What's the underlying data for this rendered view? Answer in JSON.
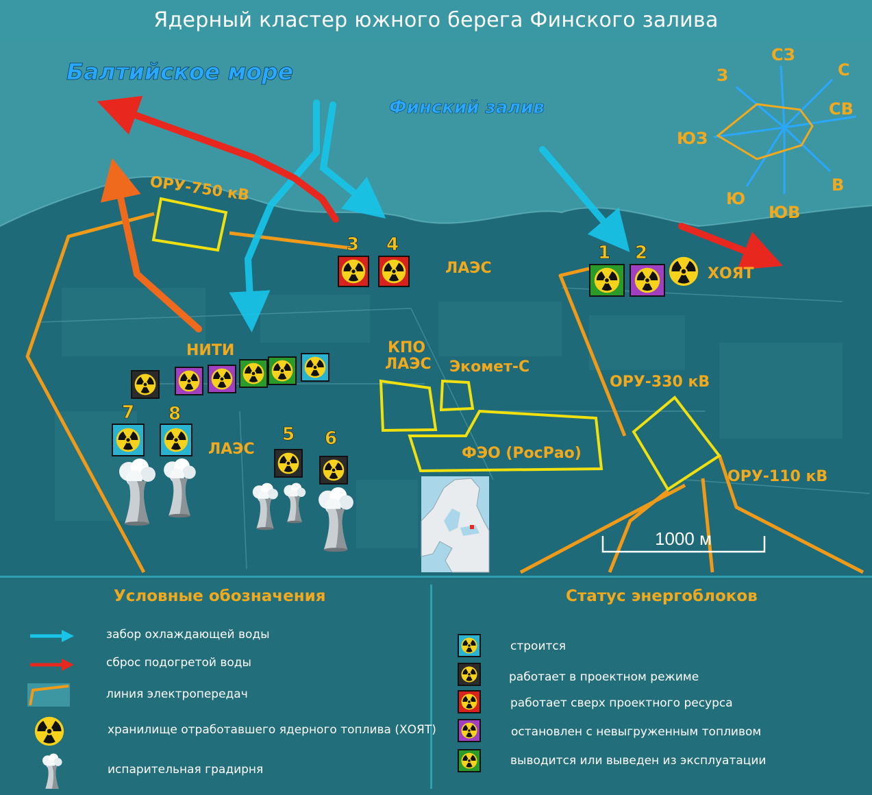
{
  "title": "Ядерный кластер южного берега Финского залива",
  "map": {
    "sea_label": "Балтийское море",
    "gulf_label": "Финский залив",
    "labels": {
      "oru750": "ОРУ-750 кВ",
      "oru330": "ОРУ-330 кВ",
      "oru110": "ОРУ-110 кВ",
      "laes_north": "ЛАЭС",
      "laes_south": "ЛАЭС",
      "niti": "НИТИ",
      "kpo_line1": "КПО",
      "kpo_line2": "ЛАЭС",
      "ekomet": "Экомет-С",
      "feo": "ФЭО (РосРао)",
      "khoyat": "ХОЯТ"
    },
    "unit_numbers": [
      "1",
      "2",
      "3",
      "4",
      "5",
      "6",
      "7",
      "8"
    ],
    "compass": [
      "СЗ",
      "С",
      "СВ",
      "В",
      "ЮВ",
      "Ю",
      "ЮЗ",
      "З"
    ],
    "scale_label": "1000 м"
  },
  "legend": {
    "heading": "Условные обозначения",
    "items": [
      "забор охлаждающей воды",
      "сброс подогретой воды",
      "линия электропередач",
      "хранилище отработавшего ядерного топлива (ХОЯТ)",
      "испарительная градирня"
    ]
  },
  "status": {
    "heading": "Статус энергоблоков",
    "items": [
      "строится",
      "работает в проектном режиме",
      "работает сверх проектного ресурса",
      "остановлен с невыгруженным топливом",
      "выводится или выведен из эксплуатации"
    ]
  },
  "colors": {
    "construction": "#2ab3d0",
    "operating": "#2b2b2b",
    "extended": "#d8221e",
    "stopped": "#a040c0",
    "decommissioned": "#2a9a2a",
    "cold_water": "#18c4e8",
    "hot_water": "#e8281e",
    "power_line": "#f09a1a",
    "site_outline": "#f0e010",
    "label_orange": "#f1a91e"
  }
}
